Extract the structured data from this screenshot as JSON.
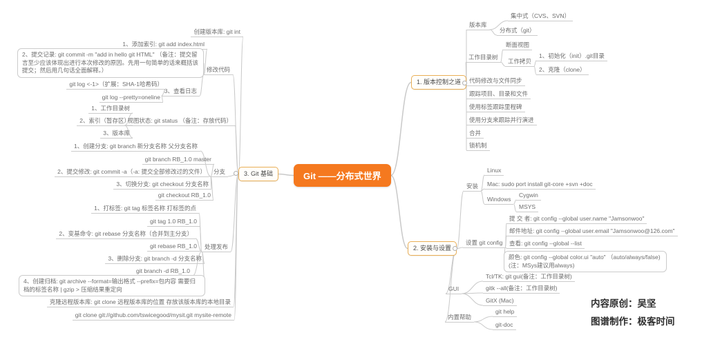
{
  "central": {
    "label": "Git ——分布式世界"
  },
  "colors": {
    "accent": "#f5791f",
    "node_border": "#e9ae55",
    "line": "#c9c9c9"
  },
  "credits": {
    "author": "内容原创：吴坚",
    "maker": "图谱制作：极客时间"
  },
  "version_control": {
    "label": "1. 版本控制之道",
    "repo": {
      "label": "版本库",
      "centralized": "集中式（CVS、SVN）",
      "distributed": "分布式（git）"
    },
    "worktree": {
      "label": "工作目录树",
      "snapshot": "断面视图",
      "copy": {
        "label": "工作拷贝",
        "init": "1、初始化（init）.git目录",
        "clone": "2、克隆（clone）"
      }
    },
    "sync": "代码修改与文件同步",
    "track": "跟踪项目、目录和文件",
    "tags": "使用标签跟踪里程碑",
    "branches": "使用分支来跟踪并行演进",
    "merge": "合并",
    "lock": "锁机制"
  },
  "setup": {
    "label": "2. 安装与设置",
    "install": {
      "label": "安装",
      "linux": "Linux",
      "mac": "Mac: sudo port install git-core +svn +doc",
      "windows": {
        "label": "Windows",
        "cygwin": "Cygwin",
        "msys": "MSYS"
      }
    },
    "config": {
      "label": "设置 git config",
      "user": "提 交 者: git config --global user.name \"Jamsonwoo\"",
      "email": "邮件地址: git config --global user.email \"Jamsonwoo@126.com\"",
      "list": "查看: git config --global --list",
      "color": "颜色: git config --global color.ui \"auto\" （auto/always/false)(注：MSys建议用always)"
    },
    "gui": {
      "label": "GUI",
      "tcltk": "Tcl/TK: git gui(备注：工作目录树)",
      "gitk": "gitk --all(备注：工作目录树)",
      "gitx": "GitX (Mac)"
    },
    "help": {
      "label": "内置帮助",
      "help": "git help",
      "doc": "git-doc"
    }
  },
  "git_basics": {
    "label": "3. Git 基础",
    "create_repo": "创建版本库: git int",
    "modify": {
      "label": "修改代码",
      "add_index": "1、添加索引: git add index.html",
      "commit": "2、提交记录: git commit -m \"add in hello git HTML\" （备注：提交留言至少应该体现出进行本次修改的原因。先用一句简单的话来概括该提交；然后用几句话全面解释。）",
      "view_log": {
        "label": "3、查看日志",
        "ext": "git log <-1>（扩展：SHA-1哈希码）",
        "pretty": "git log --pretty=oneline"
      }
    },
    "view_status": {
      "label": "视图状态: git status （备注：存放代码）",
      "worktree": "1、工作目录树",
      "index": "2、索引（暂存区）",
      "repo": "3、版本库"
    },
    "branch": {
      "label": "分支",
      "create": "1、创建分支: git branch 新分支名称 父分支名称",
      "create_cmd": "git branch RB_1.0 master",
      "commit_a": "2、提交修改: git commit -a（-a: 提交全部修改过的文件）",
      "checkout": "3、切换分支: git checkout 分支名称",
      "checkout_cmd": "git checkout RB_1.0"
    },
    "release": {
      "label": "处理发布",
      "tag": "1、打标签: git tag 标签名称 打标签的点",
      "tag_cmd": "git tag 1.0 RB_1.0",
      "rebase": "2、变基命令: git rebase 分支名称（合并到主分支）",
      "rebase_cmd": "git rebase RB_1.0",
      "delete": "3、删除分支: git branch -d 分支名称",
      "delete_cmd": "git branch -d RB_1.0",
      "archive": "4、创建归档: git archive --format=输出格式 --prefix=包内容 需要归档的标签名称 | gzip > 压缩结果重定向"
    },
    "clone": {
      "label": "克隆远程版本库: git clone 远程版本库的位置 存放该版本库的本地目录",
      "cmd": "git clone git://github.com/tswicegood/mysit.git mysite-remote"
    }
  }
}
